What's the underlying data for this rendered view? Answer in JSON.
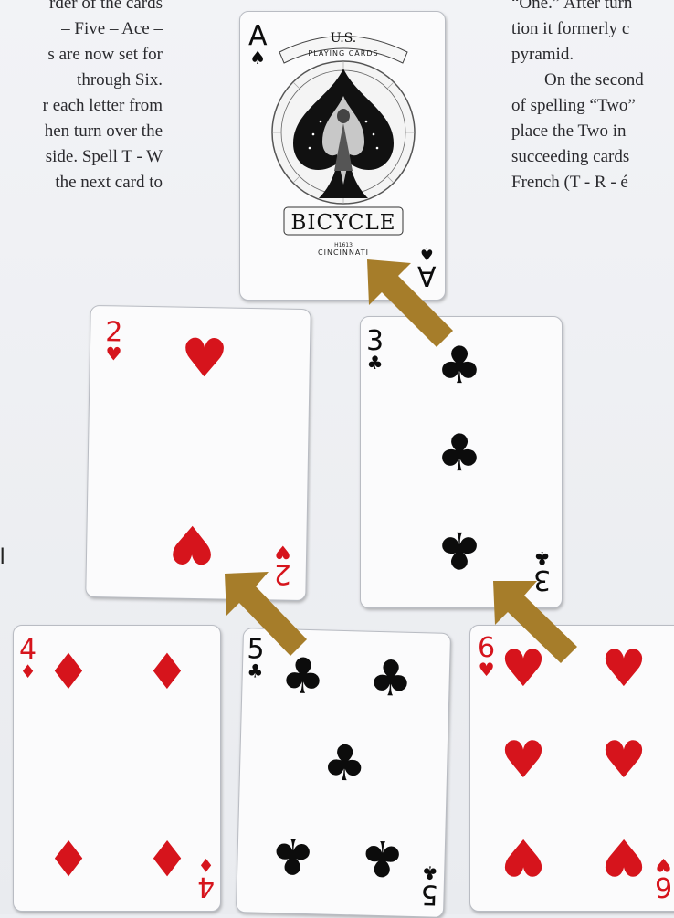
{
  "text": {
    "left_lines": [
      "rder of the cards",
      "– Five – Ace –",
      "s are now set for",
      "through Six.",
      "r each letter from",
      "hen turn over the",
      "side. Spell T - W",
      "the next card to"
    ],
    "right_lines": [
      "“One.” After turn",
      "tion it formerly c",
      "pyramid.",
      "On the second",
      "of spelling “Two”",
      "place the Two in",
      "succeeding cards",
      "French (T - R - é"
    ],
    "fragment": "l"
  },
  "ace_card": {
    "rank": "A",
    "suit_symbol": "♠",
    "brand": "BICYCLE",
    "top_banner": "U.S.",
    "banner": "PLAYING CARDS",
    "code": "H1613",
    "city": "CINCINNATI"
  },
  "cards": [
    {
      "rank": "2",
      "suit": "♥"
    },
    {
      "rank": "3",
      "suit": "♣"
    },
    {
      "rank": "4",
      "suit": "♦"
    },
    {
      "rank": "5",
      "suit": "♣"
    },
    {
      "rank": "6",
      "suit": "♥"
    }
  ],
  "colors": {
    "red_suit": "#d6141c",
    "black_suit": "#0c0c0c",
    "arrow": "#a67d2a"
  }
}
